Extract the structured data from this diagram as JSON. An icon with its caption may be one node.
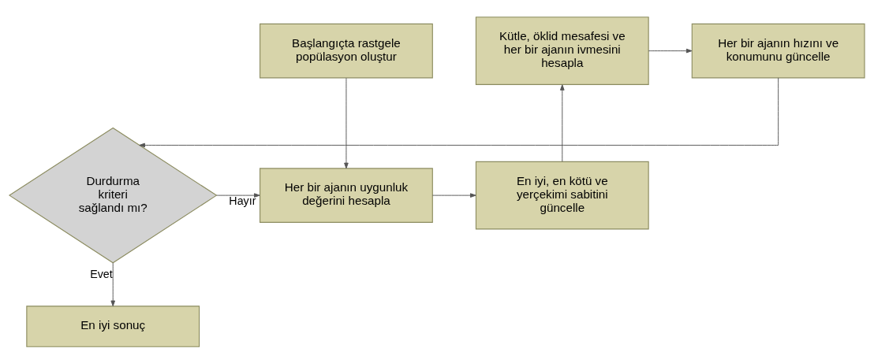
{
  "diagram": {
    "nodes": [
      {
        "text": [
          "Başlangıçta rastgele popülasyon oluştur"
        ]
      },
      {
        "text": [
          "Her bir ajanın uygunluk değerini hesapla"
        ]
      },
      {
        "text": [
          "Kütle, öklid mesafesi ve her bir ajanın ivmesini hesapla"
        ]
      },
      {
        "text": [
          "En iyi, en kötü ve yerçekimi sabitini güncelle"
        ]
      },
      {
        "text": [
          "Her bir ajanın hızını ve konumunu güncelle"
        ]
      },
      {
        "text": [
          "Durdurma kriteri sağlandı mı?"
        ]
      },
      {
        "text": [
          "En iyi sonuç"
        ]
      }
    ],
    "edges": [
      {
        "from": 0,
        "to": 1,
        "arrow": "to"
      },
      {
        "from": 1,
        "to": 3,
        "arrow": "to"
      },
      {
        "from": 3,
        "to": 2,
        "arrow": "to"
      },
      {
        "from": 2,
        "to": 4,
        "arrow": "to"
      },
      {
        "from": 4,
        "to": 5,
        "arrow": "to"
      },
      {
        "from": 5,
        "to": 6,
        "label": "Evet",
        "arrow": "to"
      },
      {
        "from": 5,
        "to": 1,
        "label": "Hayır",
        "arrow": "to"
      }
    ]
  }
}
